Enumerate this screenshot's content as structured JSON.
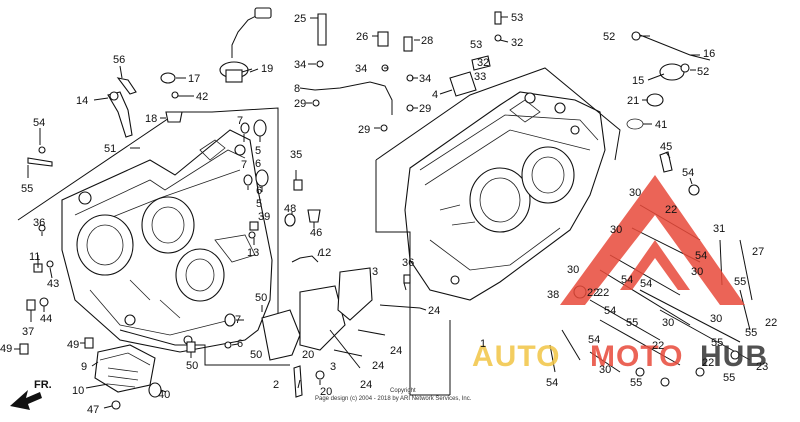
{
  "front_label": "FR.",
  "watermark": {
    "part1": "AUTO",
    "part2": "MOTO",
    "part3": "HUB"
  },
  "copyright": {
    "line1": "Copyright",
    "line2": "Page design (c) 2004 - 2018 by ARI Network Services, Inc."
  },
  "callouts": [
    "25",
    "26",
    "28",
    "53",
    "32",
    "53",
    "32",
    "33",
    "52",
    "16",
    "52",
    "15",
    "19",
    "56",
    "17",
    "42",
    "14",
    "18",
    "34",
    "34",
    "34",
    "8",
    "29",
    "29",
    "29",
    "4",
    "21",
    "41",
    "54",
    "7",
    "5",
    "6",
    "51",
    "55",
    "35",
    "7",
    "6",
    "5",
    "45",
    "54",
    "48",
    "46",
    "39",
    "13",
    "12",
    "36",
    "36",
    "11",
    "43",
    "30",
    "22",
    "31",
    "27",
    "30",
    "54",
    "30",
    "54",
    "22",
    "30",
    "38",
    "22",
    "54",
    "30",
    "55",
    "22",
    "55",
    "54",
    "30",
    "22",
    "55",
    "22",
    "55",
    "54",
    "23",
    "55",
    "30",
    "55",
    "54",
    "3",
    "24",
    "24",
    "24",
    "24",
    "50",
    "50",
    "20",
    "7",
    "6",
    "3",
    "1",
    "37",
    "44",
    "49",
    "49",
    "9",
    "10",
    "40",
    "47",
    "50",
    "2",
    "20"
  ]
}
